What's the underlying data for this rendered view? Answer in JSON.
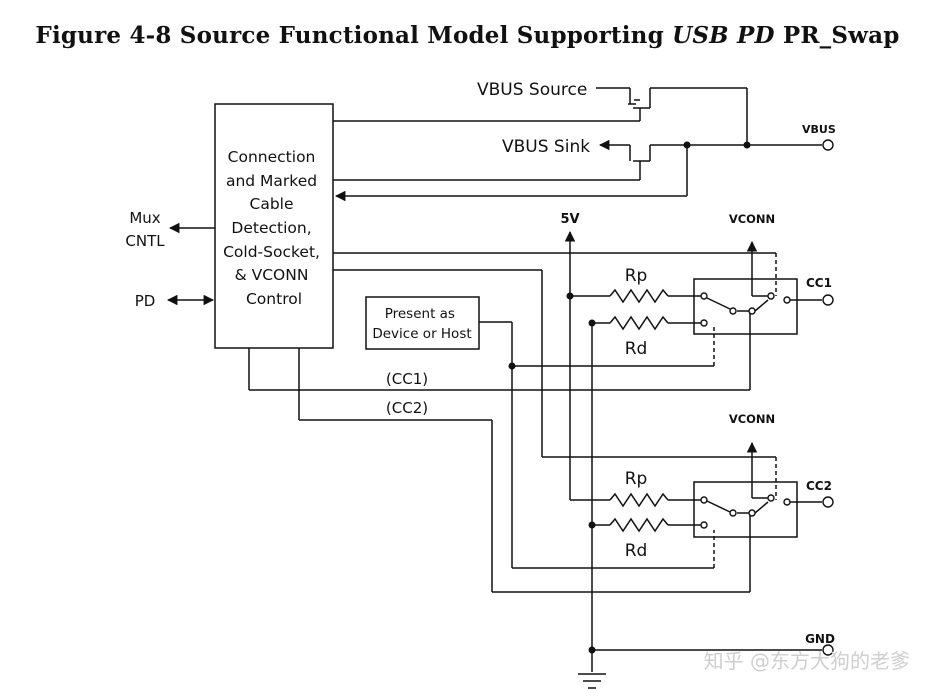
{
  "title": {
    "prefix": "Figure 4-8  Source Functional Model Supporting ",
    "italic": "USB PD",
    "suffix": " PR_Swap"
  },
  "control_block": {
    "lines": [
      "Connection",
      "and Marked",
      "Cable",
      "Detection,",
      "Cold-Socket,",
      "& VCONN",
      "Control"
    ]
  },
  "present_block": {
    "lines": [
      "Present as",
      "Device or Host"
    ]
  },
  "labels": {
    "vbus_source": "VBUS Source",
    "vbus_sink": "VBUS Sink",
    "vbus_out": "VBUS",
    "mux_cntl_1": "Mux",
    "mux_cntl_2": "CNTL",
    "pd": "PD",
    "five_v": "5V",
    "vconn_top": "VCONN",
    "vconn_bottom": "VCONN",
    "cc1": "CC1",
    "cc2": "CC2",
    "rp_top": "Rp",
    "rd_top": "Rd",
    "rp_bottom": "Rp",
    "rd_bottom": "Rd",
    "cc1_bus": "(CC1)",
    "cc2_bus": "(CC2)",
    "gnd": "GND"
  },
  "watermark": "知乎 @东方大狗的老爹"
}
